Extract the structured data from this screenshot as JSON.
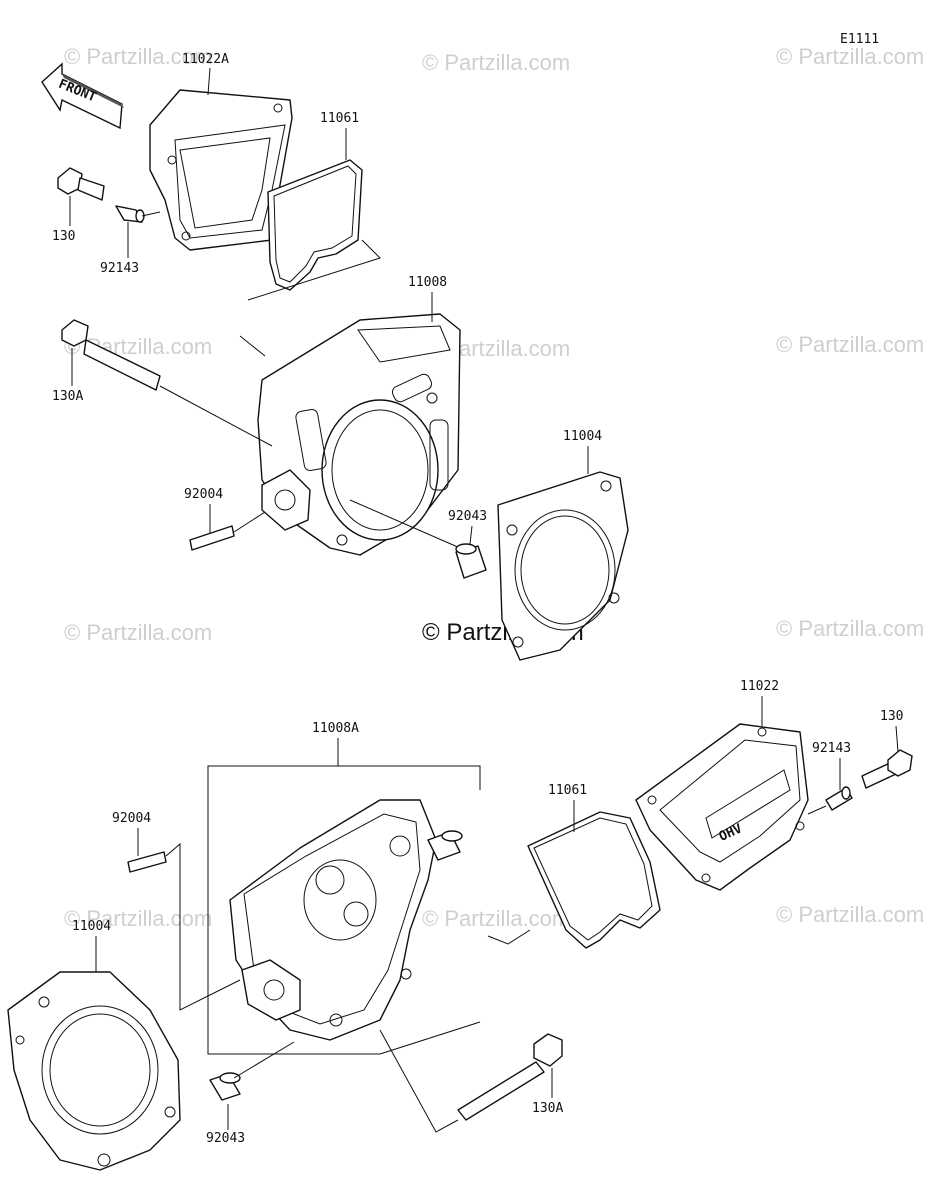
{
  "diagram_code": "E1111",
  "front_label": "FRONT",
  "watermark": "© Partzilla.com",
  "labels": {
    "top": {
      "cover": "11022A",
      "gasket_cover": "11061",
      "bolt": "130",
      "dowel": "92143",
      "head": "11008",
      "long_bolt": "130A",
      "head_gasket": "11004",
      "stud": "92004",
      "dowel_pin": "92043"
    },
    "bottom": {
      "cover": "11022",
      "bolt": "130",
      "dowel": "92143",
      "gasket_cover": "11061",
      "head": "11008A",
      "stud": "92004",
      "head_gasket": "11004",
      "dowel_pin": "92043",
      "long_bolt": "130A"
    }
  },
  "cover_emblem": "OHV"
}
